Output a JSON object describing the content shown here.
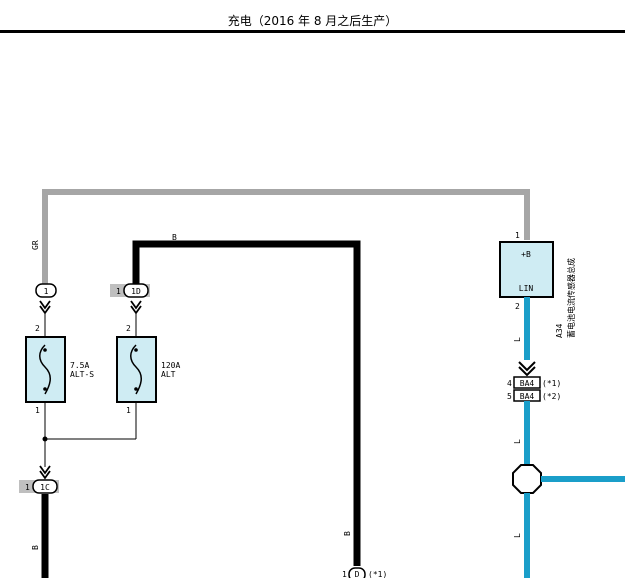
{
  "header": {
    "title": "充电（2016 年 8 月之后生产）"
  },
  "diagram": {
    "wire_colors": {
      "gray_wire": "GR",
      "black_top": "B",
      "black_left_lower": "B",
      "black_right": "B",
      "blue_upper": "L",
      "blue_mid": "L",
      "blue_lower": "L"
    },
    "colors": {
      "gray": "#a6a6a6",
      "black": "#000000",
      "blue": "#1a9ec9",
      "component_fill": "#cfecf3",
      "tab_gray": "#bfbfbf"
    },
    "connectors": {
      "c1": {
        "pin": "",
        "label": "1"
      },
      "c1d": {
        "pin": "1",
        "label": "1D"
      },
      "c1c": {
        "pin": "1",
        "label": "1C"
      },
      "c1d_bottom": {
        "pin": "1",
        "label": "D",
        "note": "(*1)"
      }
    },
    "fuses": [
      {
        "id": "fuse-alt-s",
        "rating": "7.5A",
        "name": "ALT-S",
        "pin_top": "2",
        "pin_bottom": "1"
      },
      {
        "id": "fuse-alt",
        "rating": "120A",
        "name": "ALT",
        "pin_top": "2",
        "pin_bottom": "1"
      }
    ],
    "sensor": {
      "code": "A34",
      "name": "蓄电池电流传感器总成",
      "terminal_top": "+B",
      "terminal_bottom": "LIN",
      "pin_top": "1",
      "pin_bottom": "2"
    },
    "ba4": [
      {
        "pin": "4",
        "label": "BA4",
        "note": "(*1)"
      },
      {
        "pin": "5",
        "label": "BA4",
        "note": "(*2)"
      }
    ]
  }
}
